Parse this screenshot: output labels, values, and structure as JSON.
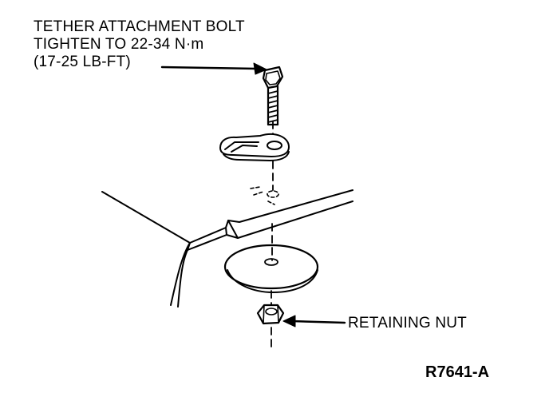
{
  "labels": {
    "bolt_line1": "TETHER ATTACHMENT BOLT",
    "bolt_line2": "TIGHTEN TO 22-34 N·m",
    "bolt_line3": "(17-25 LB-FT)",
    "nut": "RETAINING NUT"
  },
  "figure_id": "R7641-A"
}
